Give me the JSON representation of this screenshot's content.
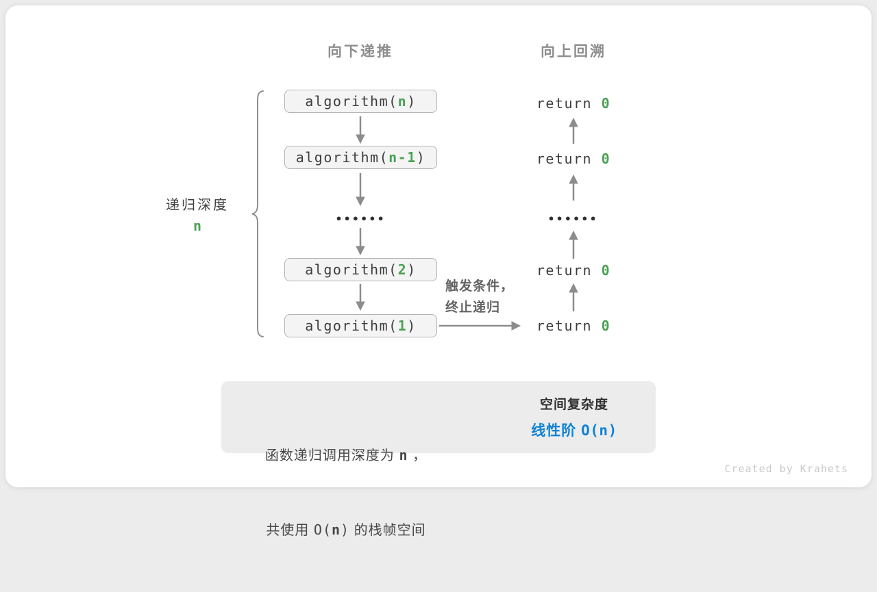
{
  "colors": {
    "green": "#4CA154",
    "blue": "#0E82D5",
    "header-gray": "#8D8D8D",
    "arrow-gray": "#8C8C8C",
    "code-text": "#3D3D3D",
    "note-gray": "#636363",
    "box-bg": "#F4F4F4",
    "box-border": "#B3B3B3",
    "summary-bg": "#ECECEC",
    "block-arrow": "#C3C3C3",
    "footer-gray": "#C9C9C9"
  },
  "headers": {
    "down": "向下递推",
    "up": "向上回溯"
  },
  "depth_brace": {
    "label": "递归深度",
    "value": "n"
  },
  "call_stack": {
    "ellipsis": "••••••",
    "calls": [
      {
        "fn": "algorithm(",
        "arg": "n",
        "close": ")"
      },
      {
        "fn": "algorithm(",
        "arg": "n-1",
        "close": ")"
      },
      {
        "fn": "algorithm(",
        "arg": "2",
        "close": ")"
      },
      {
        "fn": "algorithm(",
        "arg": "1",
        "close": ")"
      }
    ]
  },
  "returns": {
    "ellipsis": "••••••",
    "items": [
      {
        "kw": "return ",
        "val": "0"
      },
      {
        "kw": "return ",
        "val": "0"
      },
      {
        "kw": "return ",
        "val": "0"
      },
      {
        "kw": "return ",
        "val": "0"
      }
    ]
  },
  "termination_note": {
    "line1": "触发条件，",
    "line2": "终止递归"
  },
  "summary": {
    "l1_text": "函数递归调用深度为 ",
    "l1_var": "n",
    "l1_punct": " ，",
    "l2_text1": "共使用 ",
    "l2_open": "O(",
    "l2_var": "n",
    "l2_close": ")",
    "l2_text2": " 的栈帧空间",
    "result_title": "空间复杂度",
    "result_prefix": "线性阶 ",
    "result_open": "O(",
    "result_var": "n",
    "result_close": ")"
  },
  "footer": {
    "credit": "Created by Krahets"
  }
}
